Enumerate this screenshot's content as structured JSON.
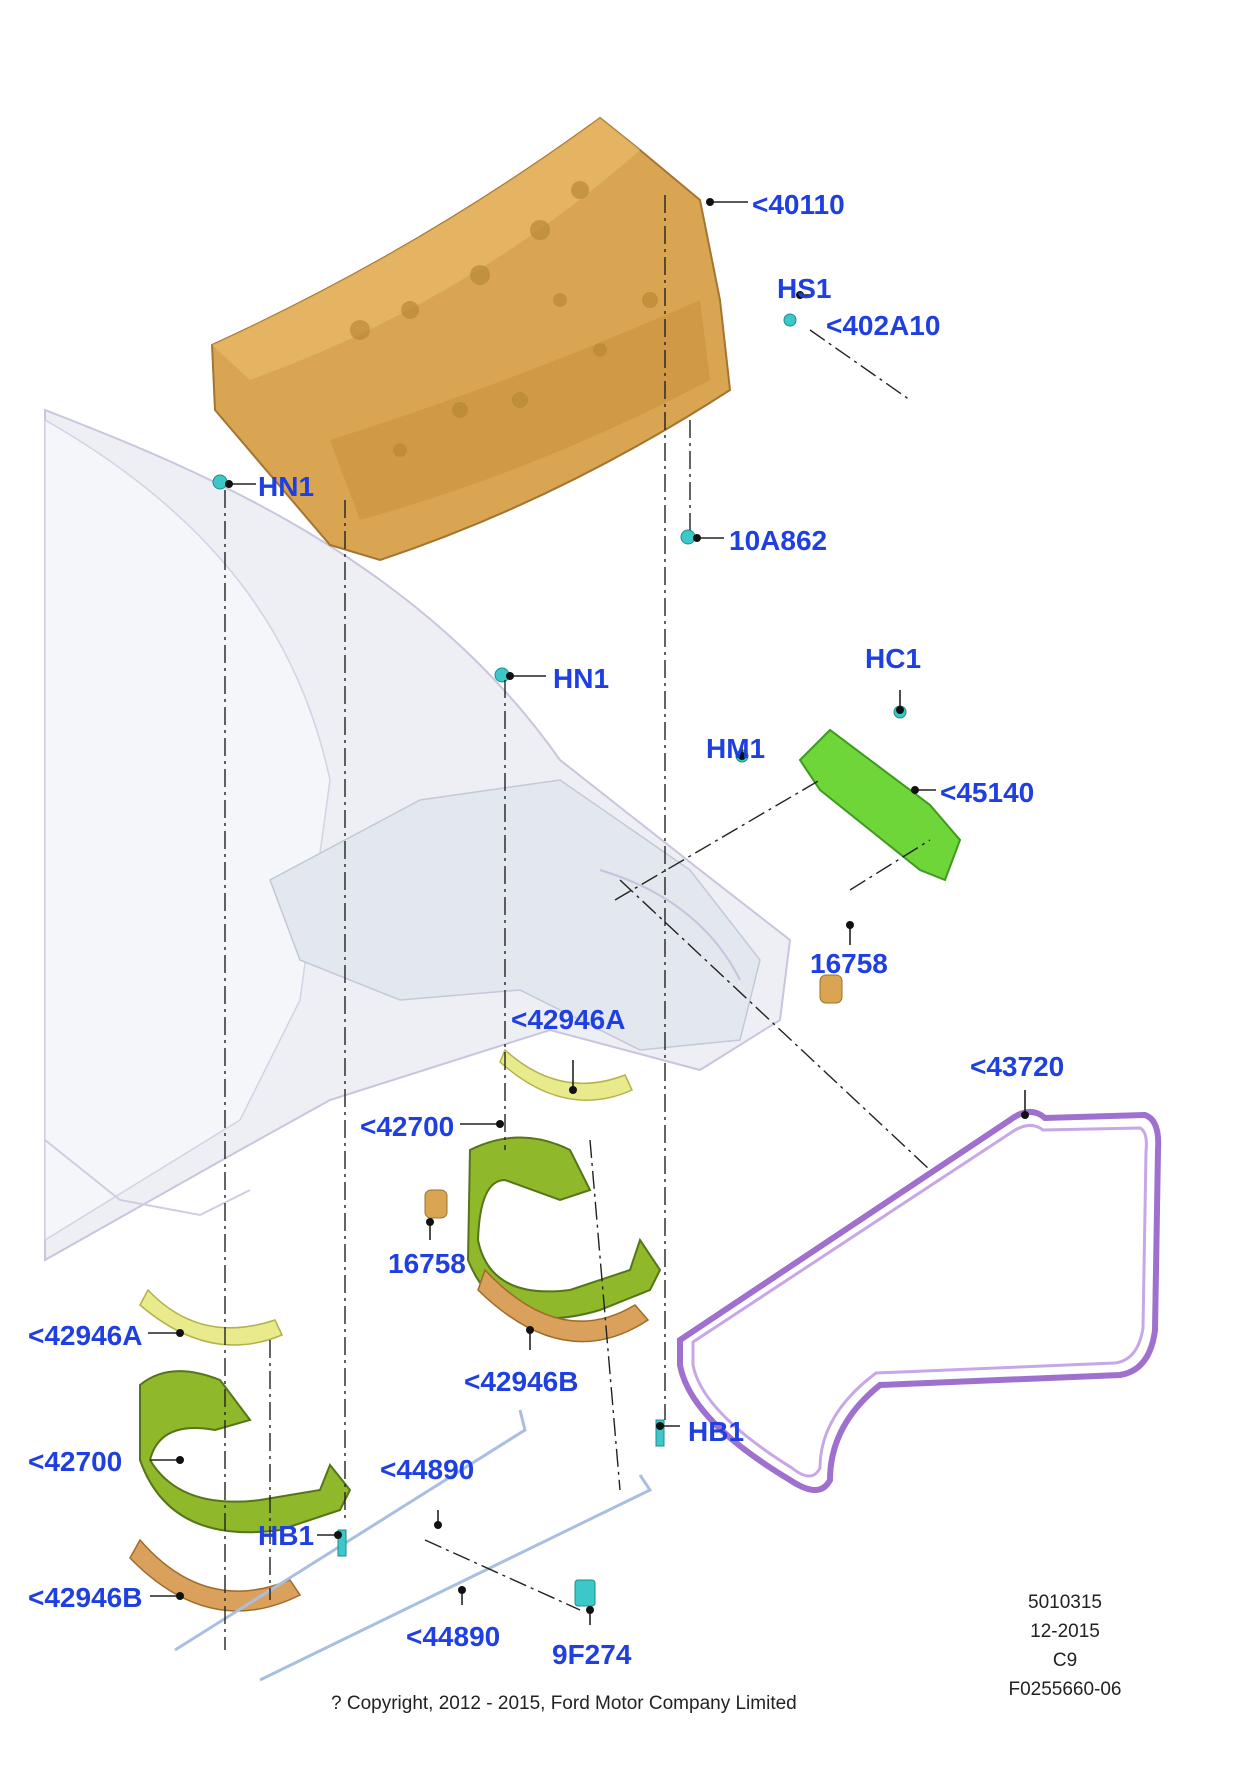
{
  "callouts": {
    "c40110": "<40110",
    "hs1": "HS1",
    "c402a10": "<402A10",
    "hn1_top": "HN1",
    "c10a862": "10A862",
    "hn1_mid": "HN1",
    "hc1": "HC1",
    "hm1": "HM1",
    "c45140": "<45140",
    "c16758_right": "16758",
    "c42946a_right": "<42946A",
    "c43720": "<43720",
    "c42700_right": "<42700",
    "c16758_mid": "16758",
    "c42946b_right": "<42946B",
    "c42946a_left": "<42946A",
    "hb1_right": "HB1",
    "c42700_left": "<42700",
    "c44890_top": "<44890",
    "hb1_left": "HB1",
    "c42946b_left": "<42946B",
    "c44890_bottom": "<44890",
    "c9f274": "9F274"
  },
  "reference": {
    "number": "5010315",
    "date": "12-2015",
    "code": "C9",
    "figure": "F0255660-06"
  },
  "copyright": "? Copyright, 2012 - 2015, Ford Motor Company Limited",
  "colors": {
    "label": "#1f3fe0",
    "lid": "#d9a552",
    "body_panel": "#e6e4f0",
    "hinge": "#8fb82a",
    "bracket_green": "#6fd63a",
    "seal": "#a070cf",
    "arc_yellow": "#e8ea8c",
    "arc_tan": "#d9a15c",
    "fastener": "#3cc8c8",
    "rod": "#a9bfe0"
  }
}
